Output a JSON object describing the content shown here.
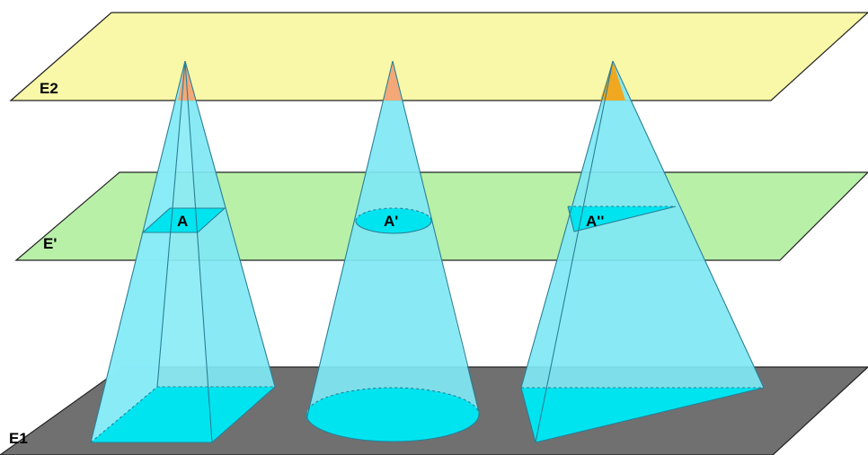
{
  "planes": {
    "top": {
      "label": "E2",
      "color": "#f8f8a8"
    },
    "middle": {
      "label": "E'",
      "color": "#b8f0a8"
    },
    "bottom": {
      "label": "E1",
      "color": "#707070"
    }
  },
  "solids": {
    "pyramid": {
      "section_label": "A"
    },
    "cone": {
      "section_label": "A'"
    },
    "triangular_pyramid": {
      "section_label": "A''"
    }
  },
  "colors": {
    "solid_fill": "#7fe8f4",
    "section_fill": "#00e4f0",
    "apex_fill_light": "#f4a878",
    "apex_fill_dark": "#f0a820",
    "edge": "#2a7f95"
  }
}
